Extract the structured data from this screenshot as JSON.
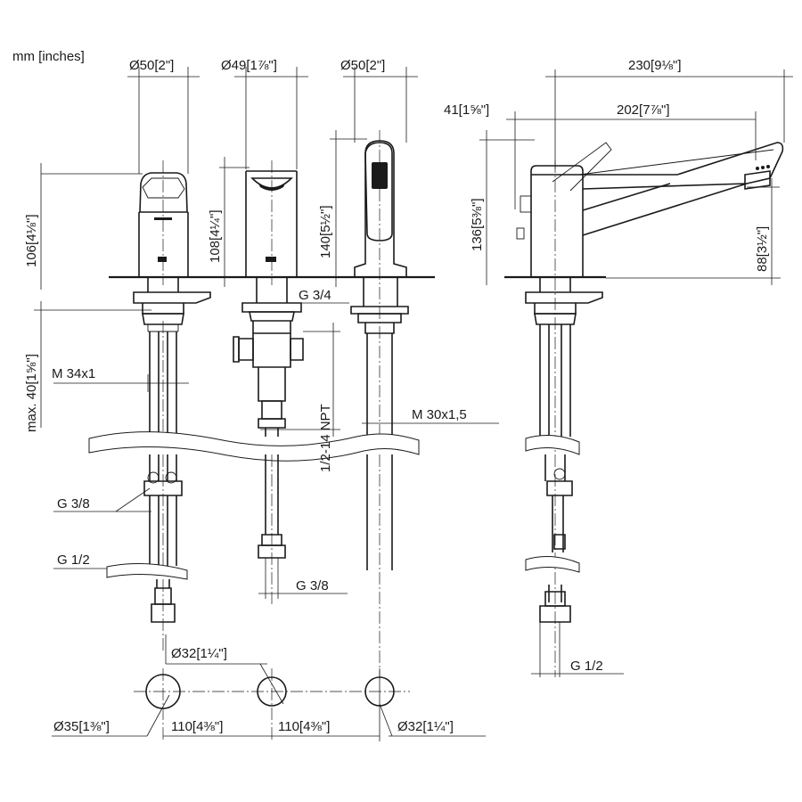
{
  "units_label": "mm [inches]",
  "top_dims": {
    "d50_a": "Ø50[2\"]",
    "d49": "Ø49[1⅞\"]",
    "d50_b": "Ø50[2\"]",
    "w230": "230[9⅛\"]",
    "w41": "41[1⅝\"]",
    "w202": "202[7⅞\"]"
  },
  "height_dims": {
    "h106": "106[4⅛\"]",
    "h108": "108[4¼\"]",
    "h140": "140[5½\"]",
    "h136": "136[5⅜\"]",
    "h88": "88[3½\"]",
    "max40": "max. 40[1⅝\"]"
  },
  "thread_labels": {
    "g34": "G 3/4",
    "m34": "M 34x1",
    "npt": "1/2-14 NPT",
    "m30": "M 30x1,5",
    "g38_left": "G 3/8",
    "g12_left": "G 1/2",
    "g38_mid": "G 3/8",
    "g12_right": "G 1/2"
  },
  "bottom_dims": {
    "d32_top": "Ø32[1¼\"]",
    "d35": "Ø35[1⅜\"]",
    "s110_a": "110[4⅜\"]",
    "s110_b": "110[4⅜\"]",
    "d32_right": "Ø32[1¼\"]"
  }
}
